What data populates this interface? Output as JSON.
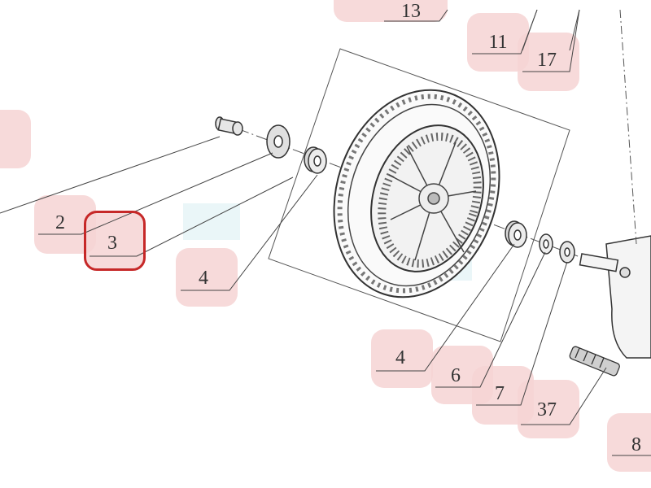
{
  "diagram": {
    "type": "exploded-parts-view",
    "accent_color": "#c62828",
    "callout_color": "#f6d3d3",
    "highlighted_part": "3",
    "callouts": [
      {
        "id": "c13",
        "label": "13"
      },
      {
        "id": "c11",
        "label": "11"
      },
      {
        "id": "c17",
        "label": "17"
      },
      {
        "id": "c2",
        "label": "2"
      },
      {
        "id": "c3",
        "label": "3"
      },
      {
        "id": "c4a",
        "label": "4"
      },
      {
        "id": "c4b",
        "label": "4"
      },
      {
        "id": "c6",
        "label": "6"
      },
      {
        "id": "c7",
        "label": "7"
      },
      {
        "id": "c37",
        "label": "37"
      },
      {
        "id": "c8",
        "label": "8"
      }
    ]
  }
}
